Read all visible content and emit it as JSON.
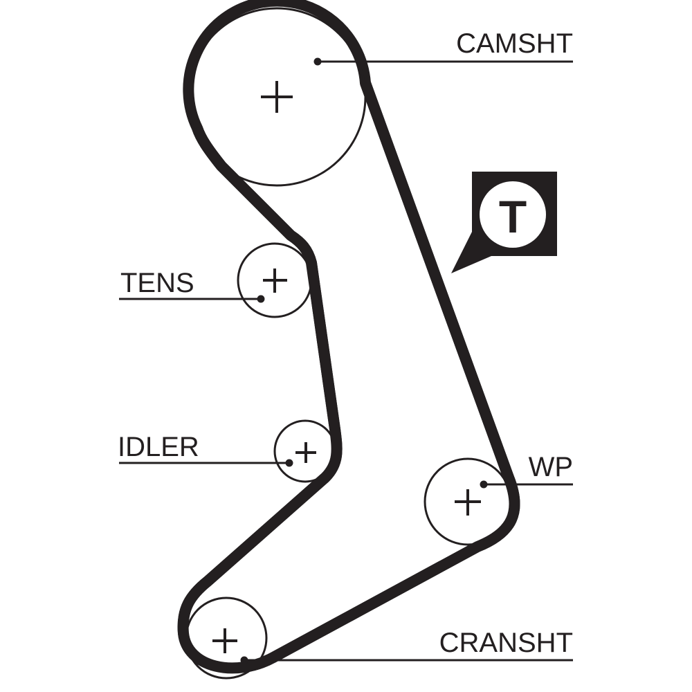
{
  "diagram": {
    "type": "timing-belt-routing",
    "colors": {
      "ink": "#231f20",
      "background": "#ffffff"
    },
    "components": [
      {
        "id": "camshaft",
        "label": "CAMSHT"
      },
      {
        "id": "tensioner",
        "label": "TENS"
      },
      {
        "id": "idler",
        "label": "IDLER"
      },
      {
        "id": "water-pump",
        "label": "WP"
      },
      {
        "id": "crankshaft",
        "label": "CRANSHT"
      }
    ],
    "badge": {
      "symbol": "T",
      "meaning": "tensioner-marker"
    }
  }
}
